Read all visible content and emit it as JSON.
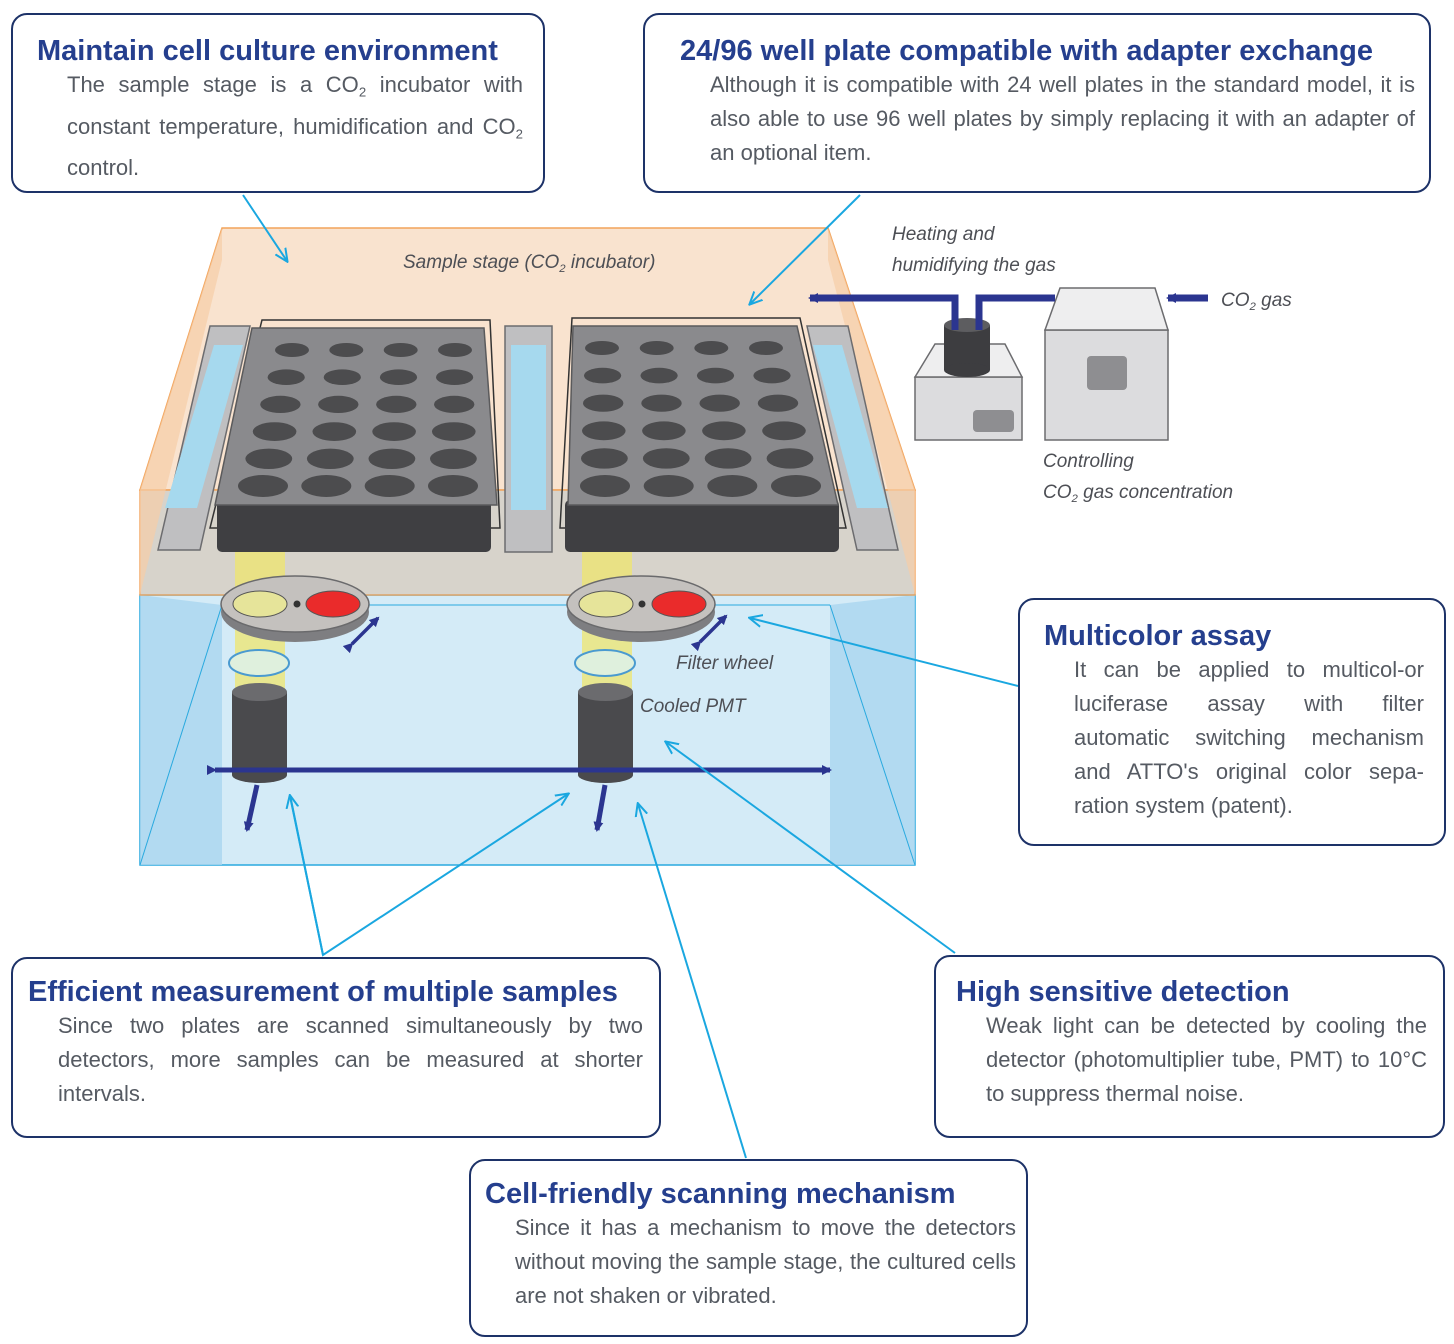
{
  "cards": {
    "culture": {
      "title": "Maintain cell culture environment",
      "line1_pre": "The sample stage is a CO",
      "line1_sub": "2",
      "line1_post": " incubator with constant temperature, humidification and CO",
      "line1_sub2": "2",
      "line1_end": " control."
    },
    "plate": {
      "title": "24/96 well plate compatible with adapter exchange",
      "body": "Although it is compatible with 24 well plates in the standard model, it is also able to use 96 well plates by simply replacing it with an adapter of an optional item."
    },
    "multicolor": {
      "title": "Multicolor assay",
      "body": "It can be applied to multicol-or luciferase assay with filter automatic switching mechanism and ATTO's original color sepa-ration system (patent)."
    },
    "efficient": {
      "title": "Efficient measurement of multiple samples",
      "body": "Since two plates are scanned simultaneously by two detectors, more samples can be measured at shorter intervals."
    },
    "sensitive": {
      "title": "High sensitive detection",
      "body": "Weak light can be detected by cooling the detector (photomultiplier tube, PMT) to 10°C to suppress thermal noise."
    },
    "scanning": {
      "title": "Cell-friendly scanning mechanism",
      "body": "Since it has a mechanism to move the detectors without moving the sample stage, the cultured cells are not shaken or vibrated."
    }
  },
  "labels": {
    "stage_pre": "Sample stage (CO",
    "stage_sub": "2",
    "stage_post": " incubator)",
    "heating_1": "Heating and",
    "heating_2": "humidifying the gas",
    "co2gas_pre": "CO",
    "co2gas_sub": "2",
    "co2gas_post": " gas",
    "controlling_1": "Controlling",
    "controlling_2_pre": "CO",
    "controlling_2_sub": "2",
    "controlling_2_post": " gas concentration",
    "filter_wheel": "Filter wheel",
    "cooled_pmt": "Cooled PMT"
  },
  "colors": {
    "card_border": "#1d3268",
    "title": "#253f8e",
    "body_text": "#555a62",
    "arrow_dark": "#2b3590",
    "pointer_line": "#1aa7e0",
    "incubator_orange": "#f6d9bd",
    "chamber_blue": "#d4ebf7",
    "plate_gray": "#7d7d80",
    "well_dark": "#4c4c4e",
    "filter_red": "#ea2b2b",
    "light_beam": "#efe56e"
  }
}
